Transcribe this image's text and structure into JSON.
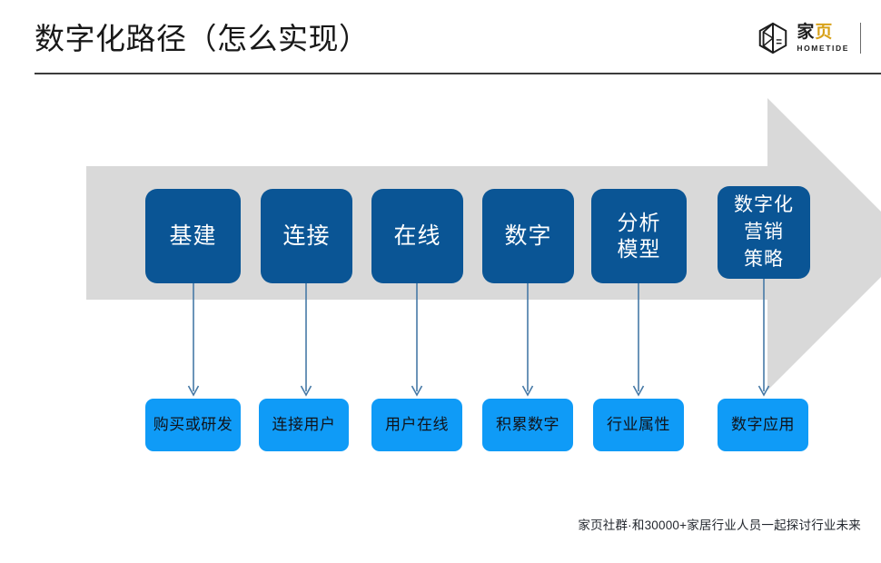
{
  "header": {
    "title": "数字化路径（怎么实现）",
    "rule_color": "#3c3c3c"
  },
  "logo": {
    "mark_name": "hexagon-logo-mark",
    "name_cn_1": "家",
    "name_cn_2": "页",
    "name_en": "HOMETIDE",
    "accent_color": "#d8a21a"
  },
  "diagram": {
    "arrow_color": "#d9d9d9",
    "top_node_color": "#0A5595",
    "bottom_node_color": "#0F9BF7",
    "connector_color": "#4679a6",
    "stages": [
      {
        "id": "stage-1",
        "top_lines": [
          "基建"
        ],
        "bottom_label": "购买或研发"
      },
      {
        "id": "stage-2",
        "top_lines": [
          "连接"
        ],
        "bottom_label": "连接用户"
      },
      {
        "id": "stage-3",
        "top_lines": [
          "在线"
        ],
        "bottom_label": "用户在线"
      },
      {
        "id": "stage-4",
        "top_lines": [
          "数字"
        ],
        "bottom_label": "积累数字"
      },
      {
        "id": "stage-5",
        "top_lines": [
          "分析",
          "模型"
        ],
        "bottom_label": "行业属性"
      },
      {
        "id": "stage-6",
        "top_lines": [
          "数字化",
          "营销",
          "策略"
        ],
        "bottom_label": "数字应用"
      }
    ]
  },
  "footer": {
    "note": "家页社群·和30000+家居行业人员一起探讨行业未来"
  }
}
